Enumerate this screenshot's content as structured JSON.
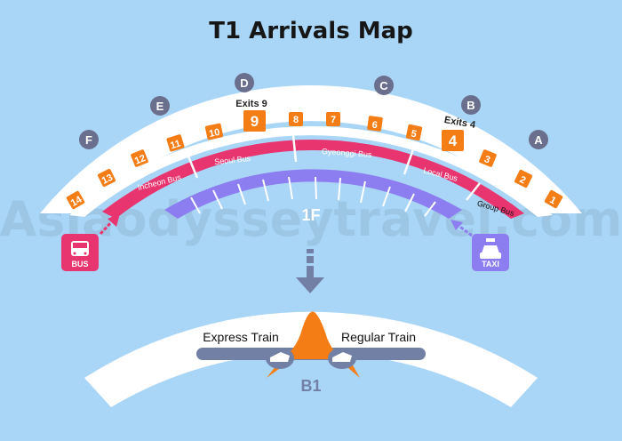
{
  "title": "T1 Arrivals Map",
  "watermark": "Asiaodysseytravel.com",
  "gates": [
    {
      "letter": "F"
    },
    {
      "letter": "E"
    },
    {
      "letter": "D"
    },
    {
      "letter": "C"
    },
    {
      "letter": "B"
    },
    {
      "letter": "A"
    }
  ],
  "exits": [
    {
      "num": "14",
      "big": false
    },
    {
      "num": "13",
      "big": false
    },
    {
      "num": "12",
      "big": false
    },
    {
      "num": "11",
      "big": false
    },
    {
      "num": "10",
      "big": false
    },
    {
      "num": "9",
      "big": true
    },
    {
      "num": "8",
      "big": false
    },
    {
      "num": "7",
      "big": false
    },
    {
      "num": "6",
      "big": false
    },
    {
      "num": "5",
      "big": false
    },
    {
      "num": "4",
      "big": true
    },
    {
      "num": "3",
      "big": false
    },
    {
      "num": "2",
      "big": false
    },
    {
      "num": "1",
      "big": false
    }
  ],
  "exit_labels": {
    "left": "Exits 9",
    "right": "Exits 4"
  },
  "bus_zones": [
    {
      "label": "Incheon Bus"
    },
    {
      "label": "Seoul Bus"
    },
    {
      "label": "Gyeonggi Bus"
    },
    {
      "label": "Local Bus"
    },
    {
      "label": "Group Bus"
    }
  ],
  "floor_1f": "1F",
  "floor_b1": "B1",
  "bus_icon_label": "BUS",
  "taxi_icon_label": "TAXI",
  "express_train": "Express Train",
  "regular_train": "Regular Train",
  "colors": {
    "background": "#a9d6f7",
    "pink": "#e8346f",
    "purple": "#8c7df0",
    "orange": "#f47d16",
    "gate": "#6a6f8e",
    "track": "#7380a5"
  }
}
